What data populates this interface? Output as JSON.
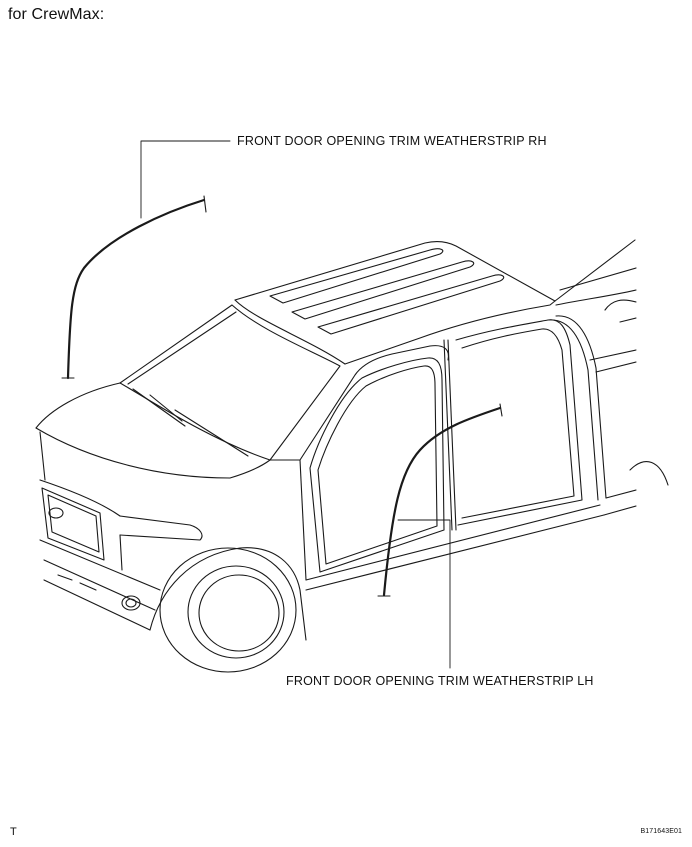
{
  "header": {
    "variant_label": "for CrewMax:"
  },
  "callouts": {
    "rh_label": "FRONT DOOR OPENING TRIM WEATHERSTRIP RH",
    "lh_label": "FRONT DOOR OPENING TRIM WEATHERSTRIP LH"
  },
  "footer": {
    "corner_mark": "T",
    "figure_id": "B171643E01"
  },
  "illustration": {
    "subject": "truck-crewmax-door-opening",
    "line_color": "#1a1a1a"
  }
}
